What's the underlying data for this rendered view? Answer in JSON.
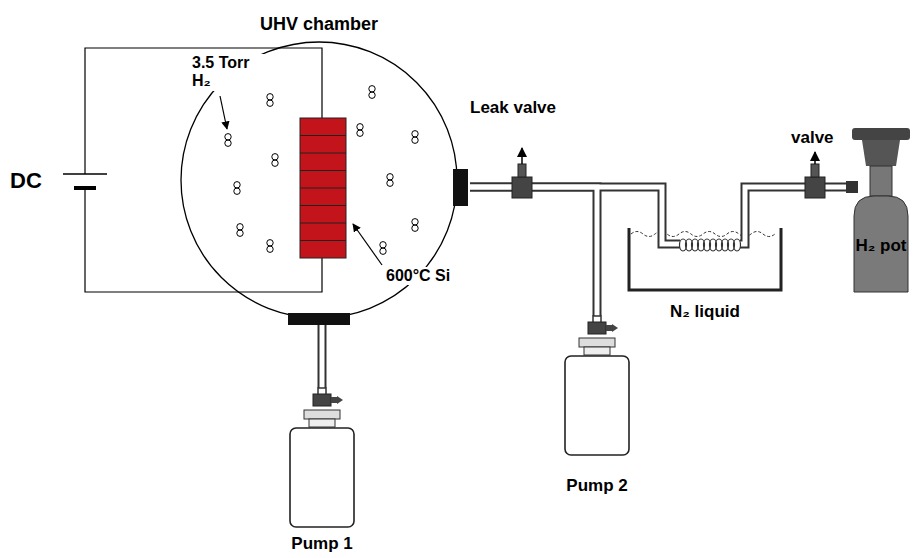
{
  "diagram": {
    "nodes": [
      {
        "text": [
          "UHV chamber"
        ]
      },
      {
        "text": [
          "Pump 1"
        ]
      },
      {
        "text": [
          "Pump 2"
        ]
      },
      {
        "text": [
          "N₂ liquid"
        ]
      },
      {
        "text": [
          "H₂ pot"
        ]
      }
    ],
    "edges": [
      {
        "from": 0,
        "to": 1,
        "arrow": "none"
      },
      {
        "from": 0,
        "to": 3,
        "arrow": "none"
      },
      {
        "from": 3,
        "to": 4,
        "arrow": "none"
      },
      {
        "from": 2,
        "to": 0,
        "arrow": "none"
      }
    ],
    "labels": [
      "3.5 Torr H₂",
      "DC",
      "Leak valve",
      "valve",
      "600°C Si"
    ]
  }
}
